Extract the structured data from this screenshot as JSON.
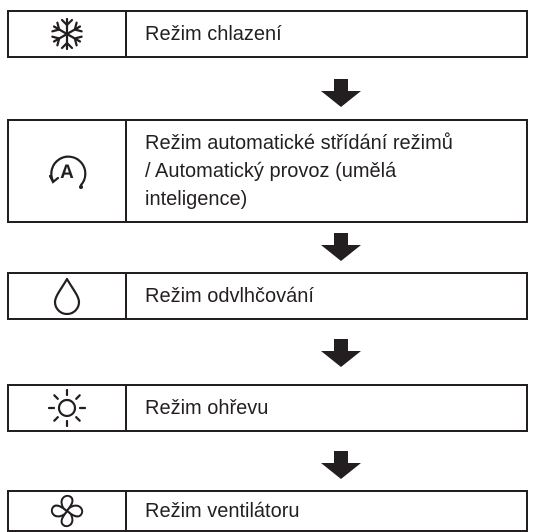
{
  "modes": [
    {
      "icon": "snowflake-icon",
      "label": [
        "Režim chlazení"
      ]
    },
    {
      "icon": "auto-a-icon",
      "label": [
        "Režim automatické střídání režimů",
        "/ Automatický provoz (umělá",
        "inteligence)"
      ]
    },
    {
      "icon": "water-drop-icon",
      "label": [
        "Režim odvlhčování"
      ]
    },
    {
      "icon": "sun-icon",
      "label": [
        "Režim ohřevu"
      ]
    },
    {
      "icon": "fan-icon",
      "label": [
        "Režim ventilátoru"
      ]
    }
  ],
  "colors": {
    "ink": "#231f20",
    "background": "#ffffff"
  }
}
